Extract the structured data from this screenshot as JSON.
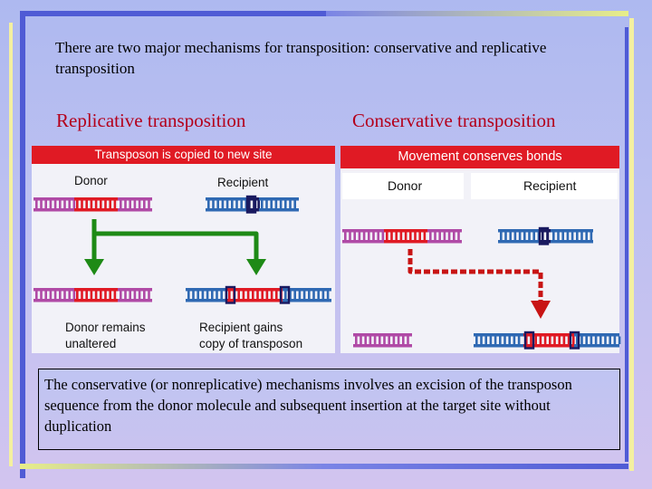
{
  "intro": "There are two major mechanisms  for transposition: conservative and replicative transposition",
  "headings": {
    "replicative": "Replicative  transposition",
    "conservative": "Conservative transposition"
  },
  "replicative_panel": {
    "banner": "Transposon is copied to new site",
    "donor_label": "Donor",
    "recipient_label": "Recipient",
    "donor_result": [
      "Donor remains",
      "unaltered"
    ],
    "recipient_result": [
      "Recipient gains",
      "copy of transposon"
    ]
  },
  "conservative_panel": {
    "banner": "Movement conserves bonds",
    "donor_label": "Donor",
    "recipient_label": "Recipient"
  },
  "description": "The conservative (or nonreplicative) mechanisms involves an excision of the transposon sequence from the donor molecule and subsequent insertion at the target site without duplication",
  "colors": {
    "donor_dna": "#b04aa6",
    "recipient_dna": "#2f69b3",
    "transposon": "#e01a24",
    "target_site": "#1a1a60",
    "arrow_green": "#1e8a16",
    "arrow_red": "#c81414",
    "banner_red": "#e01a24",
    "heading_red": "#b4001b",
    "frame_blue": "#4f5bd5"
  }
}
